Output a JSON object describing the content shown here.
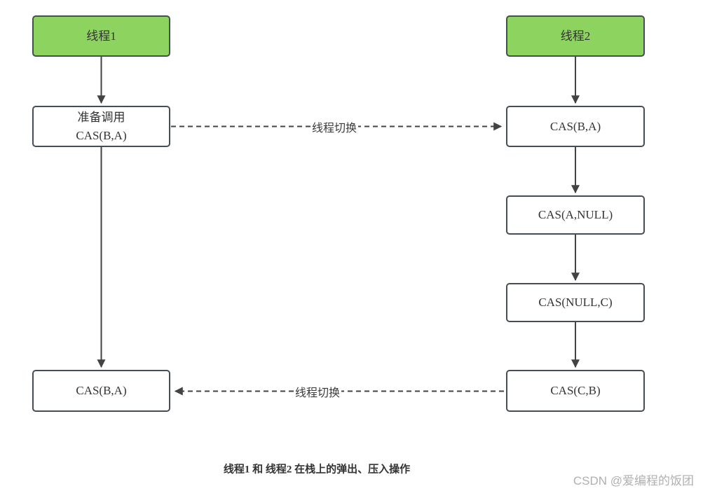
{
  "nodes": {
    "thread1": {
      "label": "线程1"
    },
    "thread2": {
      "label": "线程2"
    },
    "t1_prepare": {
      "label": "准备调用\nCAS(B,A)"
    },
    "t1_cas": {
      "label": "CAS(B,A)"
    },
    "t2_cas1": {
      "label": "CAS(B,A)"
    },
    "t2_cas2": {
      "label": "CAS(A,NULL)"
    },
    "t2_cas3": {
      "label": "CAS(NULL,C)"
    },
    "t2_cas4": {
      "label": "CAS(C,B)"
    }
  },
  "connectors": {
    "switch_top": {
      "label": "线程切换"
    },
    "switch_bottom": {
      "label": "线程切换"
    }
  },
  "caption": "线程1 和 线程2  在栈上的弹出、压入操作",
  "watermark": "CSDN @爱编程的饭团",
  "colors": {
    "node_green": "#8dd35f",
    "border": "#474d54",
    "arrow": "#434343",
    "text": "#333333",
    "watermark": "#b0b0b0"
  }
}
